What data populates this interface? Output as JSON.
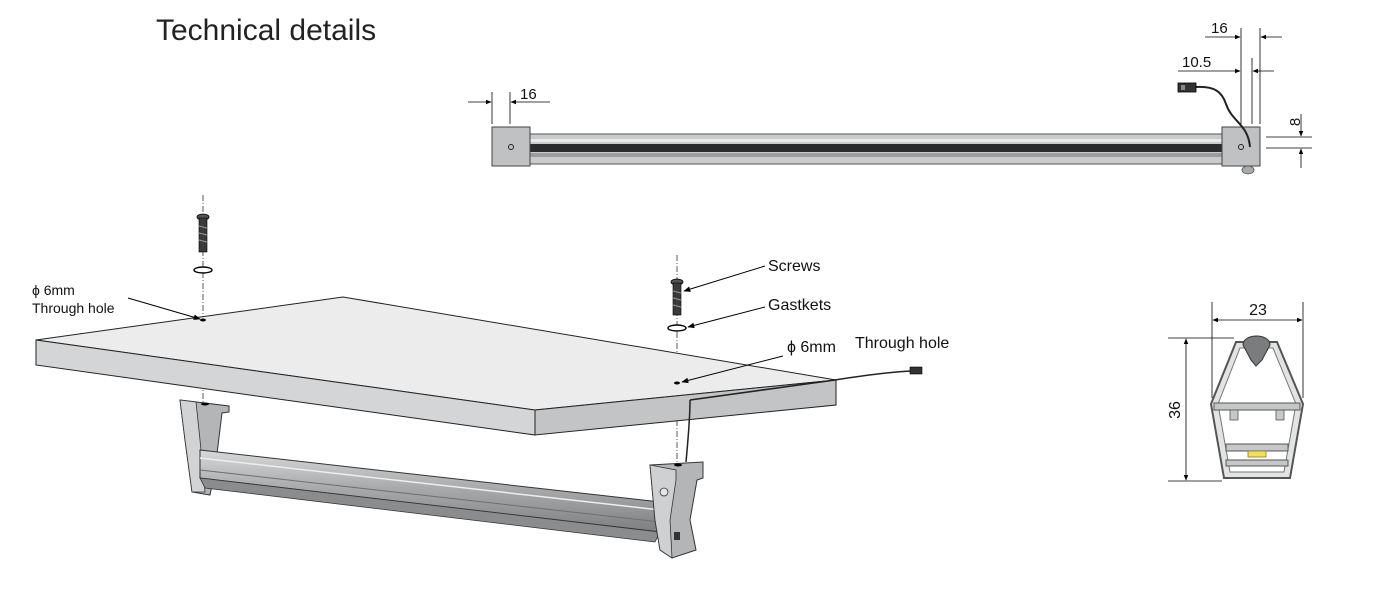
{
  "title": "Technical details",
  "top_view": {
    "left_end_width": "16",
    "right_end_width": "16",
    "cable_offset": "10.5",
    "height": "8"
  },
  "cross_section": {
    "width": "23",
    "height": "36"
  },
  "labels": {
    "hole_left_line1": "ϕ 6mm",
    "hole_left_line2": "Through hole",
    "screws": "Screws",
    "gaskets": "Gastkets",
    "hole_right_size": "ϕ 6mm",
    "hole_right_text": "Through hole"
  },
  "colors": {
    "profile": "#c8cacb",
    "profile_dark": "#8e9092",
    "shelf": "#e6e7e8",
    "led_strip": "#2b2b2b",
    "led_chip": "#f2e05a",
    "line": "#000000"
  }
}
